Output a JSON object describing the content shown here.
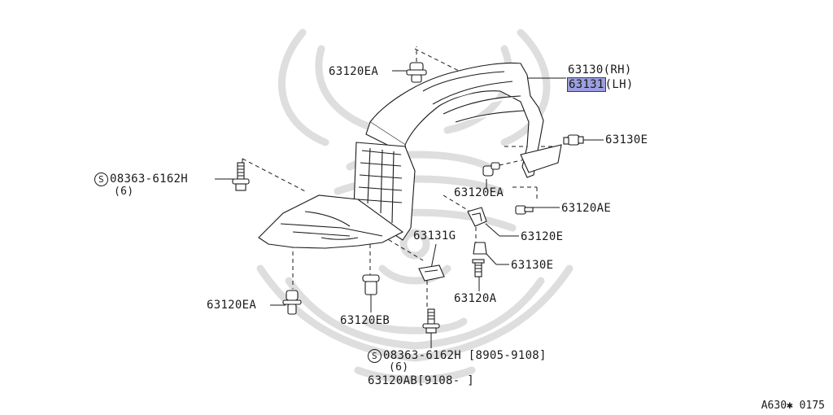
{
  "labels": {
    "p63120EA_top": "63120EA",
    "p63130_rh": "63130(RH)",
    "p63131_num": "63131",
    "p63131_suffix": "(LH)",
    "p63130E_top": "63130E",
    "s_symbol": "S",
    "p08363_left": "08363-6162H",
    "p08363_left_qty": "(6)",
    "p63120EA_mid": "63120EA",
    "p63120AE": "63120AE",
    "p63131G": "63131G",
    "p63120E": "63120E",
    "p63130E_low": "63130E",
    "p63120A": "63120A",
    "p63120EA_bottom": "63120EA",
    "p63120EB": "63120EB",
    "p08363_bottom": "08363-6162H [8905-9108]",
    "p08363_bottom_qty": "(6)",
    "p63120AB": "63120AB[9108-     ]"
  },
  "reference_code": "A630✱ 0175",
  "colors": {
    "line": "#1a1a1a",
    "highlight": "#9b9fe0",
    "watermark": "#d9d9d9"
  },
  "watermark": "samurai-helmet-crest"
}
